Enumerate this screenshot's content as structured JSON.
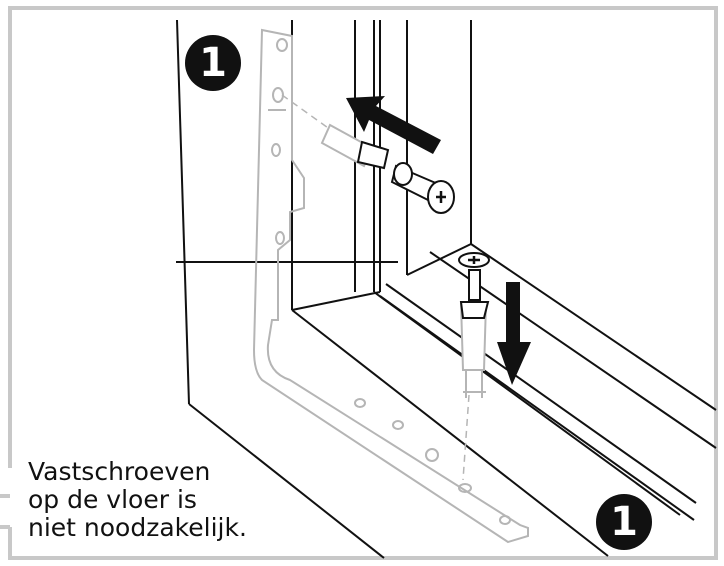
{
  "steps": {
    "top_label": "1",
    "bottom_label": "1"
  },
  "note": {
    "line1": "Vastschroeven",
    "line2": "op de vloer is",
    "line3": "niet noodzakelijk."
  },
  "colors": {
    "frame": "#c8c8c8",
    "ink": "#111111",
    "ghost": "#b5b5b5"
  },
  "icons": [
    "screw-icon",
    "wall-plug-icon",
    "arrow-icon",
    "bracket-icon"
  ]
}
